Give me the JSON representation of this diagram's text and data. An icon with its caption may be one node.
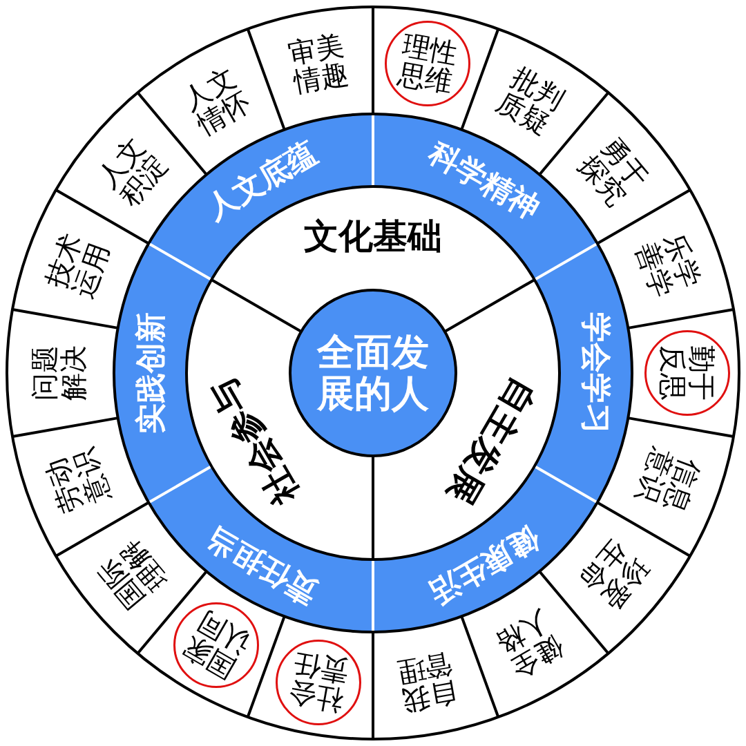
{
  "diagram": {
    "nodes": [
      {
        "text": [
          "全面发展的人"
        ]
      },
      {
        "text": [
          "文化基础"
        ]
      },
      {
        "text": [
          "自主发展"
        ]
      },
      {
        "text": [
          "社会参与"
        ]
      },
      {
        "text": [
          "人文底蕴"
        ]
      },
      {
        "text": [
          "科学精神"
        ]
      },
      {
        "text": [
          "学会学习"
        ]
      },
      {
        "text": [
          "健康生活"
        ]
      },
      {
        "text": [
          "责任担当"
        ]
      },
      {
        "text": [
          "实践创新"
        ]
      },
      {
        "text": [],
        "shape": "circle"
      },
      {
        "text": [
          "理性思维"
        ],
        "in": 10
      },
      {
        "text": [
          "批判质疑"
        ]
      },
      {
        "text": [
          "勇于探究"
        ]
      },
      {
        "text": [
          "乐学善学"
        ]
      },
      {
        "text": [],
        "shape": "circle"
      },
      {
        "text": [
          "勤于反思"
        ],
        "in": 15
      },
      {
        "text": [
          "信息意识"
        ]
      },
      {
        "text": [
          "珍爱生命"
        ]
      },
      {
        "text": [
          "健全人格"
        ]
      },
      {
        "text": [
          "自我管理"
        ]
      },
      {
        "text": [],
        "shape": "circle"
      },
      {
        "text": [
          "社会责任"
        ],
        "in": 21
      },
      {
        "text": [],
        "shape": "circle"
      },
      {
        "text": [
          "国家认同"
        ],
        "in": 23
      },
      {
        "text": [
          "国际理解"
        ]
      },
      {
        "text": [
          "劳动意识"
        ]
      },
      {
        "text": [
          "问题解决"
        ]
      },
      {
        "text": [
          "技术运用"
        ]
      },
      {
        "text": [
          "人文积淀"
        ]
      },
      {
        "text": [
          "人文情怀"
        ]
      },
      {
        "text": [
          "审美情趣"
        ]
      }
    ]
  }
}
